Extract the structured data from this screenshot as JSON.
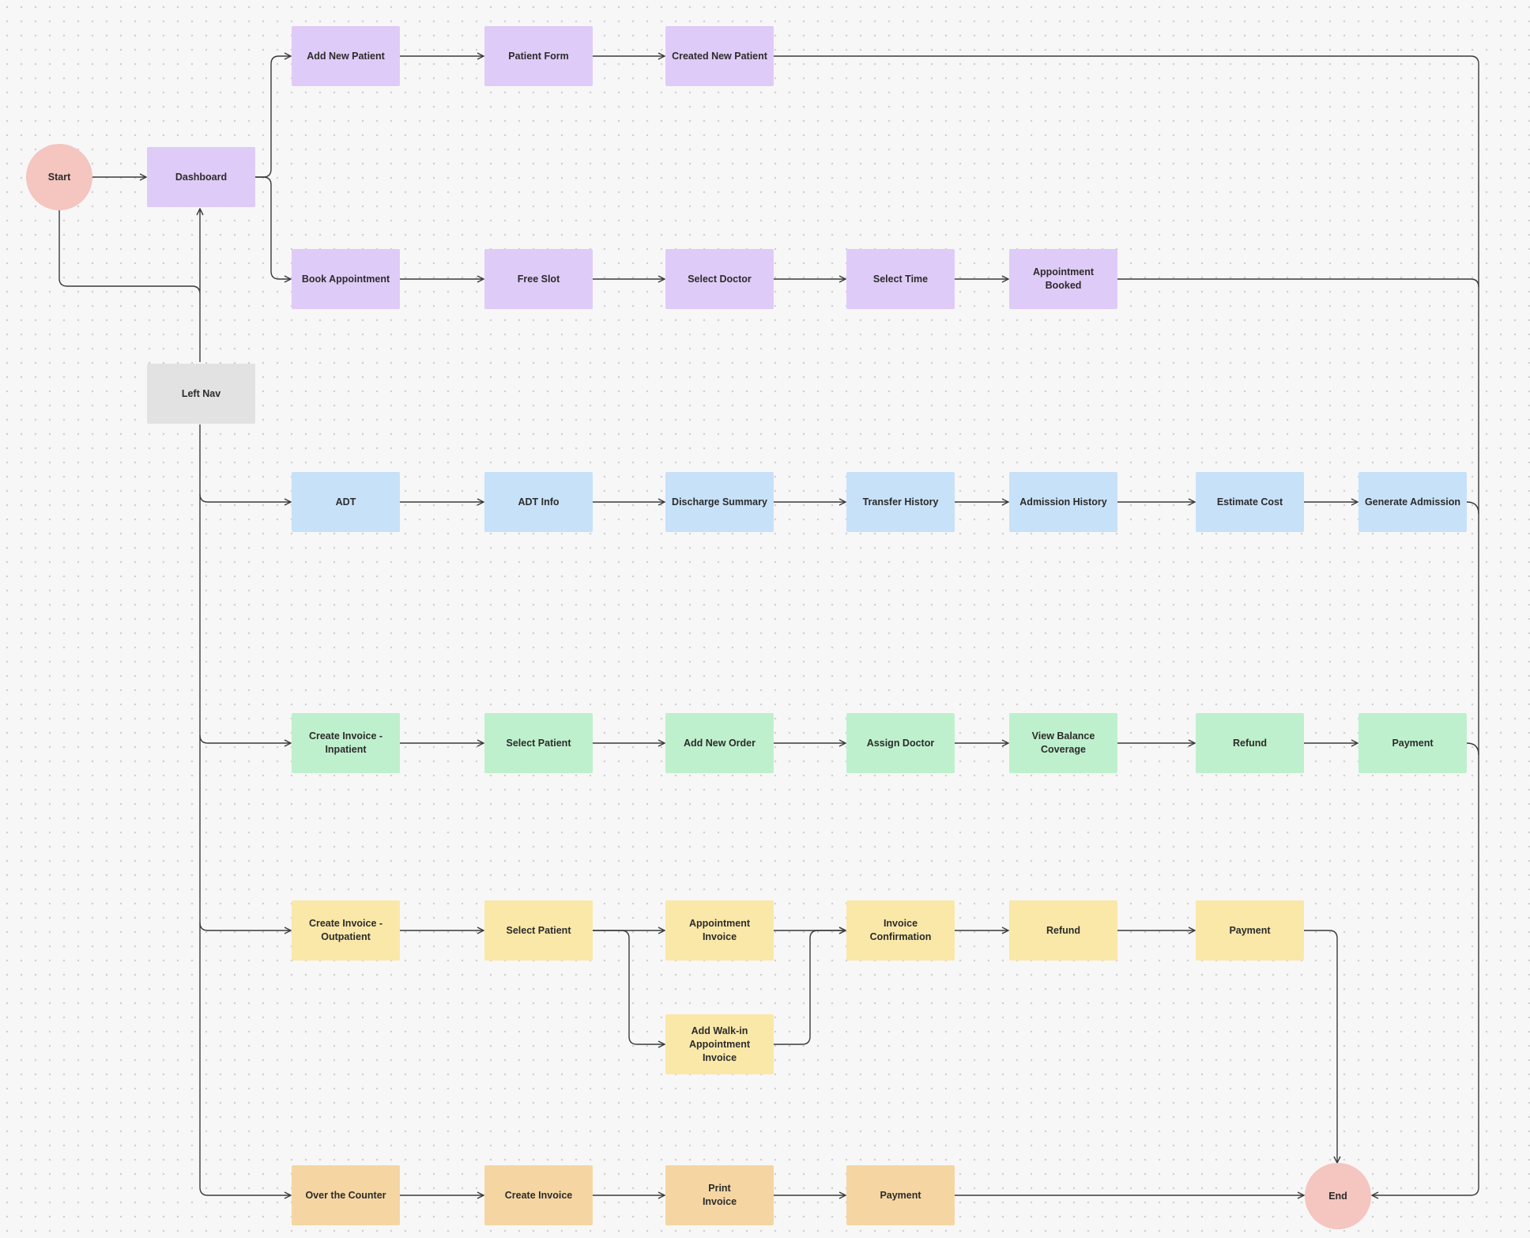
{
  "colors": {
    "purple": "#dfcbf7",
    "gray": "#e2e2e2",
    "blue": "#c7e1f9",
    "green": "#bff0cd",
    "yellow": "#fae8a9",
    "orange": "#f5d6a2",
    "pink": "#f5c5c0",
    "edge": "#3a3a3a"
  },
  "nodes": {
    "start": "Start",
    "end": "End",
    "dashboard": "Dashboard",
    "left_nav": "Left Nav",
    "add_new_patient": "Add New Patient",
    "patient_form": "Patient Form",
    "created_new_patient": "Created New Patient",
    "book_appointment": "Book Appointment",
    "free_slot": "Free Slot",
    "select_doctor": "Select Doctor",
    "select_time": "Select Time",
    "appointment_booked": "Appointment Booked",
    "adt": "ADT",
    "adt_info": "ADT Info",
    "discharge_summary": "Discharge Summary",
    "transfer_history": "Transfer History",
    "admission_history": "Admission History",
    "estimate_cost": "Estimate Cost",
    "generate_admission": "Generate Admission",
    "create_invoice_inpatient": "Create Invoice -\nInpatient",
    "select_patient_in": "Select Patient",
    "add_new_order": "Add New Order",
    "assign_doctor": "Assign Doctor",
    "view_balance_coverage": "View Balance\nCoverage",
    "refund_in": "Refund",
    "payment_in": "Payment",
    "create_invoice_outpatient": "Create Invoice -\nOutpatient",
    "select_patient_out": "Select Patient",
    "appointment_invoice": "Appointment\nInvoice",
    "add_walkin_invoice": "Add Walk-in\nAppointment\nInvoice",
    "invoice_confirmation": "Invoice\nConfirmation",
    "refund_out": "Refund",
    "payment_out": "Payment",
    "over_the_counter": "Over the Counter",
    "create_invoice": "Create Invoice",
    "print_invoice": "Print\nInvoice",
    "payment_otc": "Payment"
  }
}
